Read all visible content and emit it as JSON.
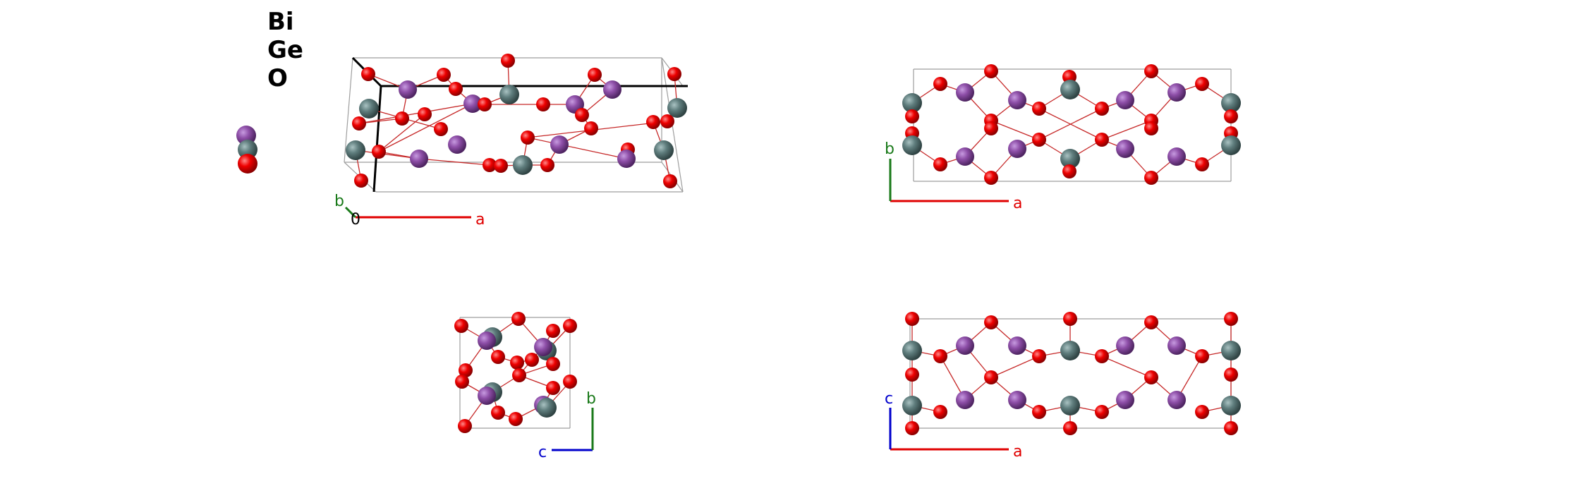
{
  "legend": {
    "elements": [
      {
        "symbol": "Bi",
        "color": "#8e4fa8"
      },
      {
        "symbol": "Ge",
        "color": "#5f7d7d"
      },
      {
        "symbol": "O",
        "color": "#e00000"
      }
    ]
  },
  "axes": {
    "a": "a",
    "b": "b",
    "c": "c",
    "origin": "0",
    "colors": {
      "a": "#e00000",
      "b": "#1a7a1a",
      "c": "#0000cc",
      "origin": "#000000"
    }
  },
  "colors": {
    "bond": "#c62828",
    "cell": "#9e9e9e",
    "cell_bold": "#000000"
  },
  "views": {
    "perspective": {
      "axis_labels": [
        "b",
        "0",
        "a"
      ]
    },
    "ab": {
      "axis_labels": [
        "b",
        "a"
      ]
    },
    "cb": {
      "axis_labels": [
        "c",
        "b"
      ]
    },
    "ac": {
      "axis_labels": [
        "c",
        "a"
      ]
    }
  }
}
